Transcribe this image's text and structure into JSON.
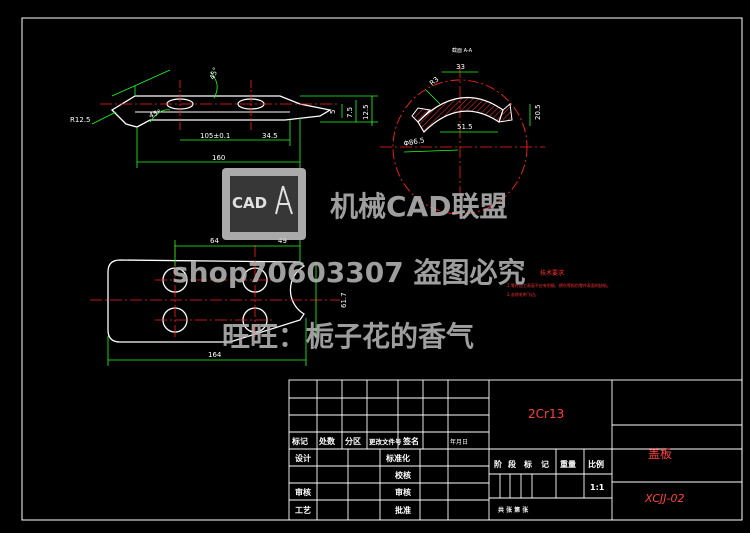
{
  "side_view": {
    "dims": {
      "radius": "R12.5",
      "hole_span": "105±0.1",
      "end_offset": "34.5",
      "overall": "160",
      "thk1": "5",
      "thk2": "7.5",
      "thk3": "12.5",
      "angle1": "45°",
      "angle2": "45°"
    }
  },
  "section_view": {
    "title": "截面 A-A",
    "dims": {
      "width": "33",
      "inner": "51.5",
      "height": "20.5",
      "dia": "Φ86.5",
      "r": "R3"
    }
  },
  "plan_view": {
    "dims": {
      "top1": "64",
      "top2": "49",
      "height": "61.7",
      "overall": "164"
    }
  },
  "notes": {
    "title": "技术要求",
    "line1": "1.零件加工表面不应有划痕、擦伤等损伤零件表面的缺陷。",
    "line2": "2.去除毛刺飞边。"
  },
  "watermark": {
    "logo_text": "CAD",
    "brand": "机械CAD联盟",
    "shop_line": "shop70603307  盗图必究",
    "wangwang": "旺旺：栀子花的香气"
  },
  "title_block": {
    "material": "2Cr13",
    "part_name": "盖板",
    "drawing_no": "XCJJ-02",
    "scale_value": "1:1",
    "rev_row": [
      "标记",
      "处数",
      "分区",
      "更改文件号",
      "签名",
      "年月日"
    ],
    "labels": {
      "design": "设计",
      "standardize": "标准化",
      "check": "校核",
      "review": "审核",
      "process": "工艺",
      "approve": "批准",
      "reviewer2": "审核"
    },
    "stage_row": [
      "阶",
      "段",
      "标",
      "记",
      "重量",
      "比例"
    ],
    "sheet_row": "共  张  第  张"
  },
  "colors": {
    "outline": "#ffffff",
    "centerline": "#ff2020",
    "dimension": "#22ff22",
    "hatch": "#ff3030",
    "notes": "#ff3030",
    "accent_text": "#ff4040",
    "watermark": "#b4b4b4"
  }
}
